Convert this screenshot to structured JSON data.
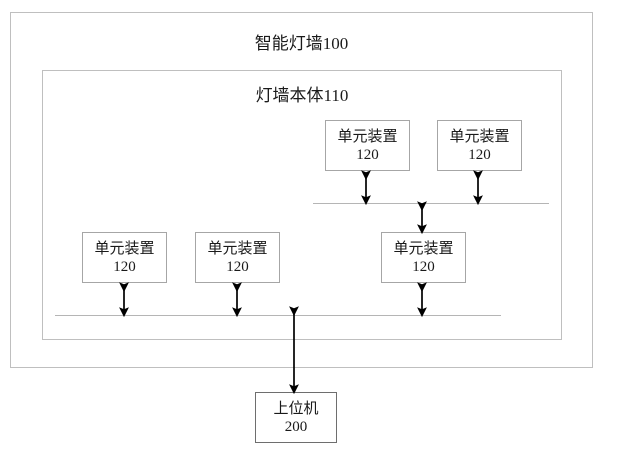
{
  "figure": {
    "title": "智能灯墙100",
    "inner_title": "灯墙本体110",
    "outer_label": "智能灯墙100",
    "inner_label": "灯墙本体110"
  },
  "labels": {
    "unit_device": "单元装置",
    "unit_number": "120",
    "host_computer": "上位机",
    "host_number": "200"
  },
  "units": {
    "top_row": [
      {
        "label": "单元装置",
        "number": "120"
      },
      {
        "label": "单元装置",
        "number": "120"
      }
    ],
    "middle_row": [
      {
        "label": "单元装置",
        "number": "120"
      },
      {
        "label": "单元装置",
        "number": "120"
      },
      {
        "label": "单元装置",
        "number": "120"
      }
    ]
  },
  "host": {
    "label": "上位机",
    "number": "200"
  },
  "colors": {
    "frame_border": "#bfbfbf",
    "box_border": "#a6a6a6",
    "host_border": "#6e6e6e",
    "bus_line": "#b5b5b5",
    "arrow": "#000000",
    "text": "#1a1a1a",
    "background": "#ffffff"
  },
  "connections": {
    "upper_bus_units": 2,
    "lower_bus_units": 3,
    "bridge_between_buses": 1,
    "host_to_lower_bus": 1
  }
}
